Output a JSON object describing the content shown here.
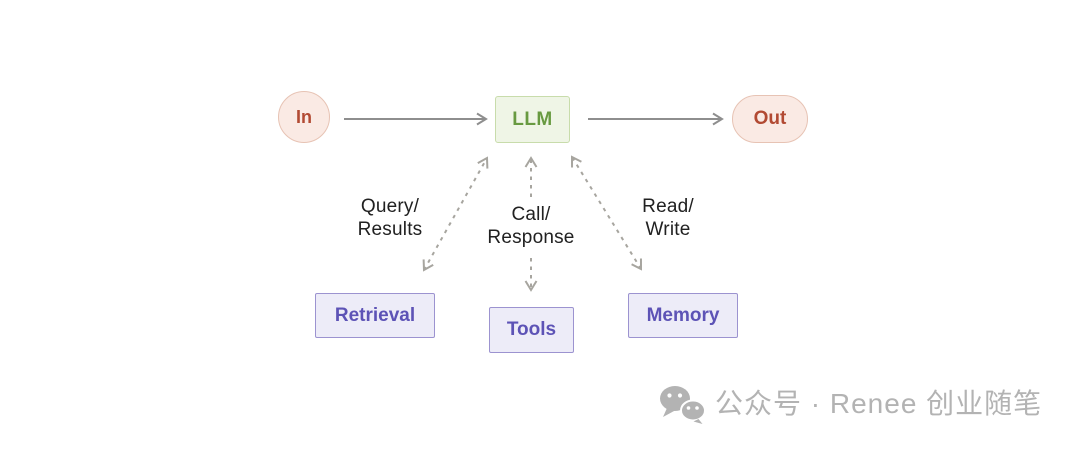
{
  "diagram": {
    "nodes": {
      "input": {
        "label": "In"
      },
      "llm": {
        "label": "LLM"
      },
      "output": {
        "label": "Out"
      },
      "retrieval": {
        "label": "Retrieval"
      },
      "tools": {
        "label": "Tools"
      },
      "memory": {
        "label": "Memory"
      }
    },
    "edge_labels": {
      "query_results": {
        "line1": "Query/",
        "line2": "Results"
      },
      "call_response": {
        "line1": "Call/",
        "line2": "Response"
      },
      "read_write": {
        "line1": "Read/",
        "line2": "Write"
      }
    },
    "colors": {
      "node_pink_fill": "#faeae4",
      "node_pink_border": "#e7c3b4",
      "node_pink_text": "#b24a33",
      "node_green_fill": "#eff5e6",
      "node_green_border": "#c8dcab",
      "node_green_text": "#689a41",
      "node_purple_fill": "#edecf8",
      "node_purple_border": "#9c93d0",
      "node_purple_text": "#5d53b6",
      "solid_arrow": "#8e8e8e",
      "dashed_arrow": "#a7a59f",
      "label_text": "#212121",
      "watermark": "#b3b3b3"
    }
  },
  "watermark": {
    "icon": "wechat-icon",
    "text": "公众号 · Renee 创业随笔"
  }
}
